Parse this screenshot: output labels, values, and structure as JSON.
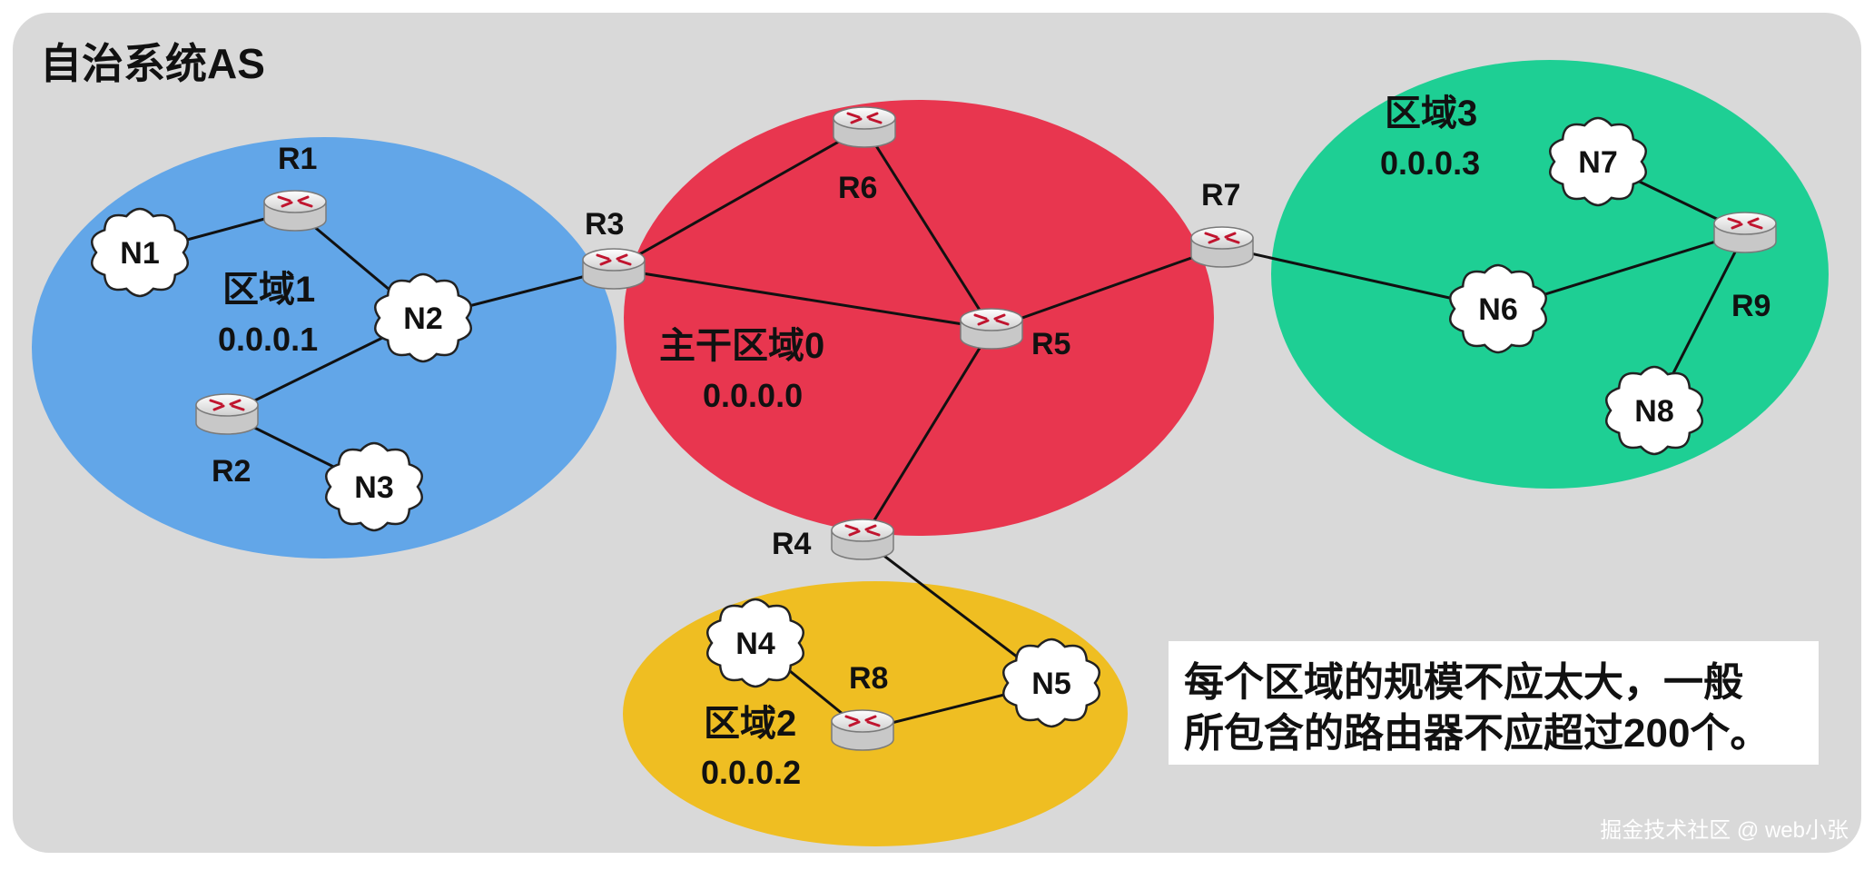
{
  "title": "自治系统AS",
  "colors": {
    "as_bg": "#d9d9d9",
    "area1": "#62a6e8",
    "area0": "#e8364f",
    "area3": "#1ecf94",
    "area2": "#efbe22",
    "link": "#111111",
    "router_body": "#e6e6e6",
    "router_mark": "#c0152f"
  },
  "areas": [
    {
      "key": "area1",
      "name": "区域1",
      "id": "0.0.0.1"
    },
    {
      "key": "area0",
      "name": "主干区域0",
      "id": "0.0.0.0"
    },
    {
      "key": "area3",
      "name": "区域3",
      "id": "0.0.0.3"
    },
    {
      "key": "area2",
      "name": "区域2",
      "id": "0.0.0.2"
    }
  ],
  "routers": [
    "R1",
    "R2",
    "R3",
    "R4",
    "R5",
    "R6",
    "R7",
    "R8",
    "R9"
  ],
  "networks": [
    "N1",
    "N2",
    "N3",
    "N4",
    "N5",
    "N6",
    "N7",
    "N8"
  ],
  "links": [
    [
      "N1",
      "R1"
    ],
    [
      "R1",
      "N2"
    ],
    [
      "N2",
      "R2"
    ],
    [
      "R2",
      "N3"
    ],
    [
      "N2",
      "R3"
    ],
    [
      "R3",
      "R6"
    ],
    [
      "R3",
      "R5"
    ],
    [
      "R6",
      "R5"
    ],
    [
      "R5",
      "R7"
    ],
    [
      "R5",
      "R4"
    ],
    [
      "R7",
      "N6"
    ],
    [
      "N6",
      "R9"
    ],
    [
      "N7",
      "R9"
    ],
    [
      "R9",
      "N8"
    ],
    [
      "R4",
      "N5"
    ],
    [
      "N5",
      "R8"
    ],
    [
      "R8",
      "N4"
    ]
  ],
  "note": {
    "line1": "每个区域的规模不应太大，一般",
    "line2": "所包含的路由器不应超过200个。"
  },
  "watermark": "掘金技术社区 @ web小张"
}
